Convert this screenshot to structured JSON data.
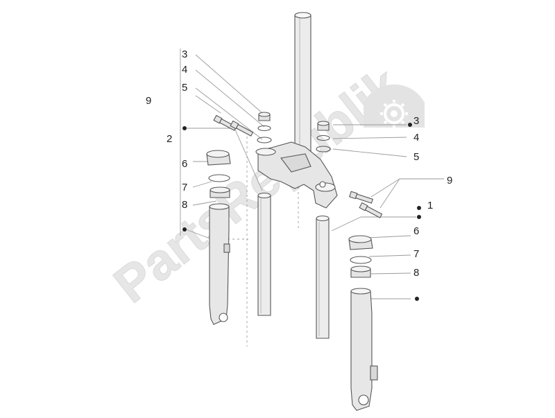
{
  "watermark": {
    "text": "PartsRepublik",
    "color": "#e3e3e3",
    "icon": "gear-icon"
  },
  "colors": {
    "outline": "#555555",
    "part_fill": "#e9e9e9",
    "leader": "#9a9a9a",
    "label": "#222222"
  },
  "labels": {
    "left_3": "3",
    "left_4": "4",
    "left_5": "5",
    "left_9": "9",
    "left_2": "2",
    "left_6": "6",
    "left_7": "7",
    "left_8": "8",
    "right_3": "3",
    "right_4": "4",
    "right_5": "5",
    "right_9": "9",
    "right_1": "1",
    "right_6": "6",
    "right_7": "7",
    "right_8": "8"
  }
}
